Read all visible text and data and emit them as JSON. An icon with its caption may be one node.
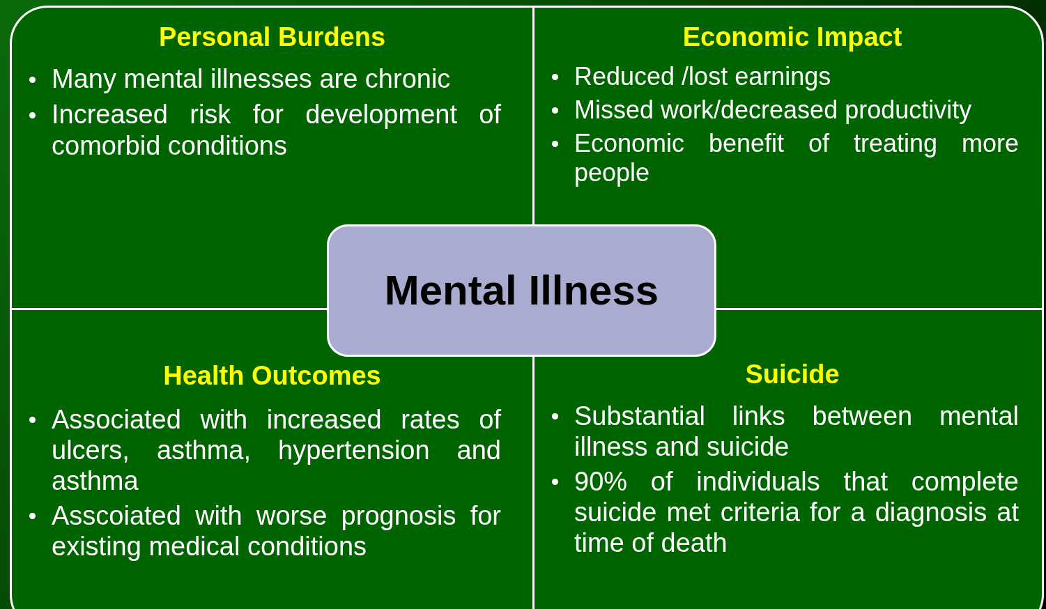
{
  "diagram": {
    "nodes": [
      {
        "text": [
          "Personal Burdens",
          "Many mental illnesses are chronic",
          "Increased risk for development of comorbid conditions"
        ]
      },
      {
        "text": [
          "Economic Impact",
          "Reduced /lost earnings",
          "Missed work/decreased productivity",
          "Economic benefit of treating more people"
        ]
      },
      {
        "text": [
          "Mental Illness"
        ]
      },
      {
        "text": [
          "Health Outcomes",
          "Associated with increased rates of ulcers, asthma, hypertension and asthma",
          "Asscoiated with worse prognosis for existing medical conditions"
        ]
      },
      {
        "text": [
          "Suicide",
          "Substantial links between mental illness and suicide",
          "90% of individuals that complete suicide met criteria for a diagnosis at time of death"
        ]
      }
    ]
  }
}
